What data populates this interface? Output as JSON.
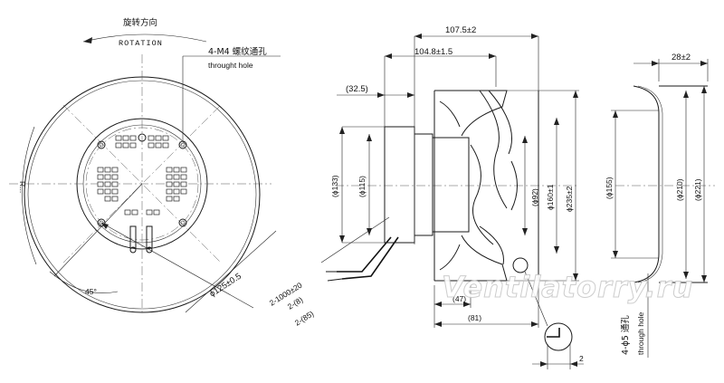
{
  "labels": {
    "rotation_cn": "旋转方向",
    "rotation_en": "ROTATION",
    "hole_m4_cn": "4-M4 螺纹通孔",
    "hole_m4_en": "throught hole",
    "angle_45": "45°",
    "dia_125": "ϕ125±0.5",
    "r_left_partial": "R...",
    "dim_107_5": "107.5±2",
    "dim_104_8": "104.8±1.5",
    "dim_32_5": "(32.5)",
    "dia_133": "(ϕ133)",
    "dia_115": "(ϕ115)",
    "dia_92": "(ϕ92)",
    "dia_160": "ϕ160±1",
    "dia_235": "ϕ235±2",
    "cable_1000": "2-1000±20",
    "cable_8": "2-(8)",
    "cable_85": "2-(85)",
    "dim_47": "(47)",
    "dim_81": "(81)",
    "dim_2": "2",
    "dim_28": "28±2",
    "dia_155": "(ϕ155)",
    "dia_210": "(ϕ210)",
    "dia_221": "(ϕ221)",
    "hole_5_cn": "4-ϕ5 通孔",
    "hole_5_en": "through hole",
    "watermark": "Ventilatorry.ru"
  }
}
